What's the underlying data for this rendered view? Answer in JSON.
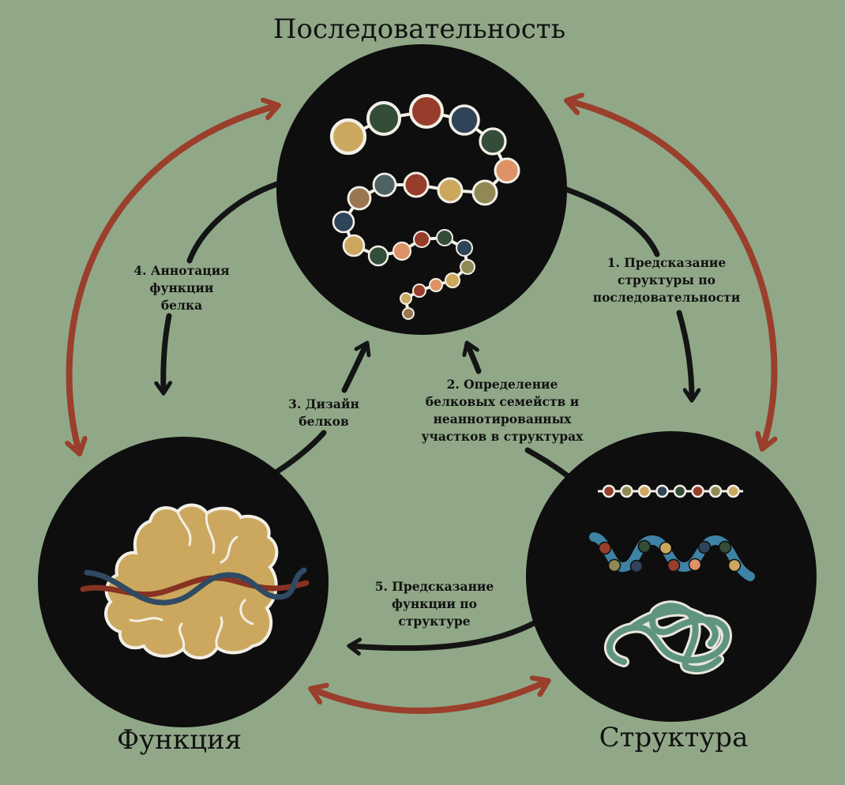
{
  "colors": {
    "background": "#91a888",
    "node_fill": "#0e0e0e",
    "cycle_arrow": "#141414",
    "bidirectional_arrow": "#9a3f2b",
    "bead_palette": [
      "#cba85e",
      "#344d39",
      "#963e2b",
      "#2f4359",
      "#df9265",
      "#4f6263",
      "#908956",
      "#9a7651"
    ],
    "dna_strand_a": "#2f4a63",
    "dna_strand_b": "#873223",
    "helix_ribbon": "#3e83a6",
    "fold_ribbon": "#5e9480",
    "protein_fill": "#cba85e"
  },
  "nodes": {
    "sequence": {
      "title": "Последовательность",
      "icon": "bead-chain-sequence-icon"
    },
    "structure": {
      "title": "Структура",
      "icon": "folded-protein-structure-icon"
    },
    "function": {
      "title": "Функция",
      "icon": "protein-dna-complex-icon"
    }
  },
  "steps": [
    {
      "id": "1",
      "lines": [
        "1. Предсказание",
        "структуры по",
        "последовательности"
      ]
    },
    {
      "id": "2",
      "lines": [
        "2. Определение",
        "белковых семейств и",
        "неаннотированных",
        "участков в структурах"
      ]
    },
    {
      "id": "3",
      "lines": [
        "3. Дизайн",
        "белков"
      ]
    },
    {
      "id": "4",
      "lines": [
        "4. Аннотация",
        "функции",
        "белка"
      ]
    },
    {
      "id": "5",
      "lines": [
        "5. Предсказание",
        "функции по",
        "структуре"
      ]
    }
  ],
  "sequence_beads": [
    0,
    1,
    2,
    3,
    1,
    4,
    6,
    0,
    2,
    5,
    7,
    3,
    0,
    1,
    4,
    2,
    1,
    3,
    6,
    0,
    4,
    2,
    0,
    7
  ],
  "straight_chain_beads": [
    2,
    6,
    0,
    3,
    1,
    2,
    6,
    0
  ],
  "helix_beads": [
    2,
    6,
    1,
    3,
    0,
    2,
    4,
    3,
    1,
    0
  ]
}
